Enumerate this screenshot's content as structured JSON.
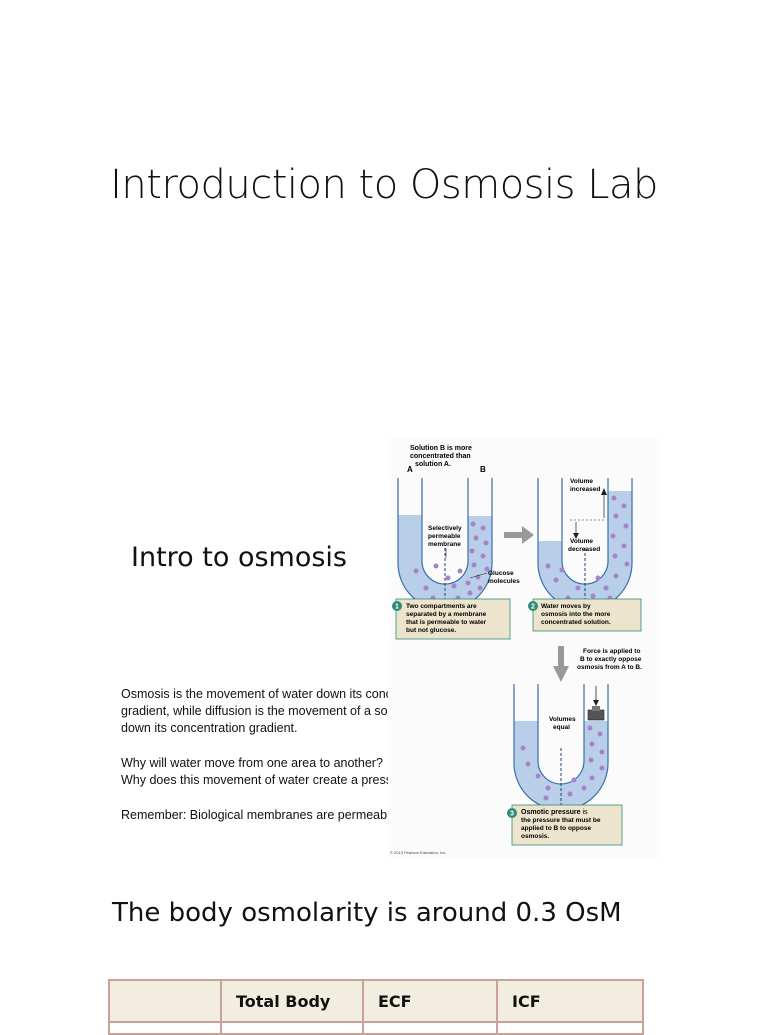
{
  "slide1": {
    "title": "Introduction to Osmosis Lab"
  },
  "slide2": {
    "heading": "Intro to osmosis",
    "paragraph1": [
      "Osmosis is the movement of water down its concentration",
      "gradient, while diffusion is the movement of a solute",
      "down its concentration gradient."
    ],
    "questions": [
      "Why will water move from one area to another?",
      "Why does this movement of water create a pressure?"
    ],
    "remember": "Remember: Biological membranes are permeable to water",
    "figure": {
      "top_note": [
        "Solution B is more",
        "concentrated than",
        "solution A."
      ],
      "label_a": "A",
      "label_b": "B",
      "membrane_label": [
        "Selectively",
        "permeable",
        "membrane"
      ],
      "glucose_label": [
        "Glucose",
        "molecules"
      ],
      "volume_increased": [
        "Volume",
        "increased"
      ],
      "volume_decreased": [
        "Volume",
        "decreased"
      ],
      "step1_number": "1",
      "step1_text": [
        "Two compartments are",
        "separated by a membrane",
        "that is permeable to water",
        "but not glucose."
      ],
      "step2_number": "2",
      "step2_text": [
        "Water moves by",
        "osmosis into the more",
        "concentrated solution."
      ],
      "force_note": [
        "Force is applied to",
        "B to exactly oppose",
        "osmosis from A to B."
      ],
      "volumes_equal": [
        "Volumes",
        "equal"
      ],
      "step3_number": "3",
      "step3_bold": "Osmotic pressure",
      "step3_rest": " is",
      "step3_text": [
        "the pressure that must be",
        "applied to B to oppose",
        "osmosis."
      ],
      "copyright": "© 2013 Pearson Education, Inc.",
      "colors": {
        "liquid": "#b9cfe9",
        "tube": "#3a6fa8",
        "glucose": "#a583c9",
        "caption_bg": "#ece4cc",
        "caption_border": "#2e8b79",
        "arrow": "#999999"
      }
    }
  },
  "slide3": {
    "heading": "The body osmolarity is  around 0.3 OsM",
    "table_headers": [
      "",
      "Total Body",
      "ECF",
      "ICF"
    ]
  }
}
